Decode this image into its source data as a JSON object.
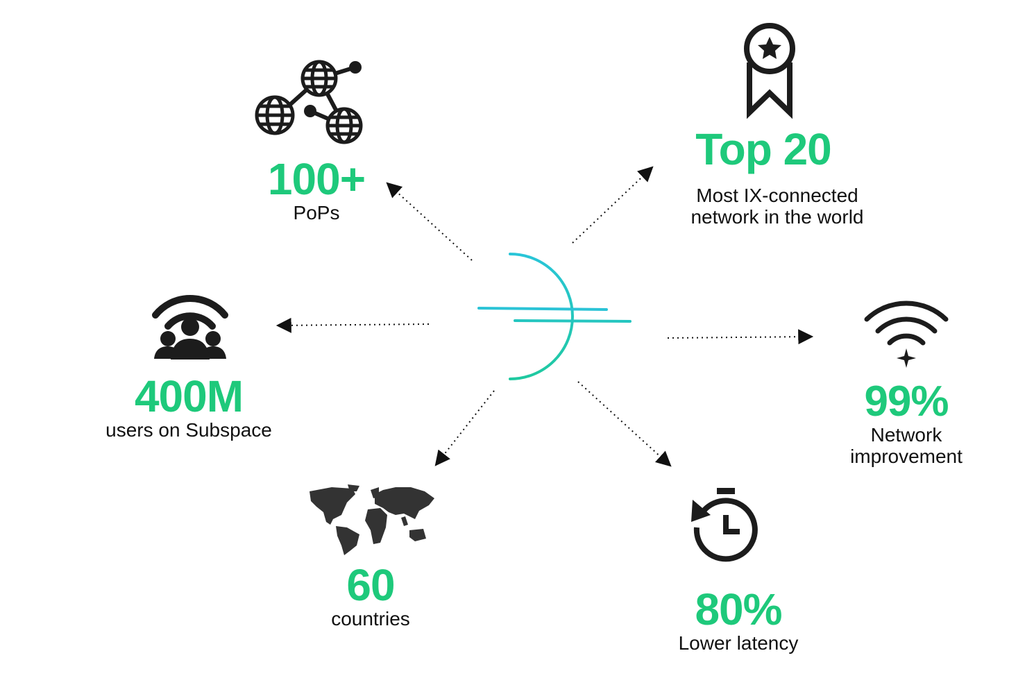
{
  "colors": {
    "accent": "#1ec97b",
    "icon": "#1c1c1c",
    "text": "#111111",
    "logo_start": "#29c5d8",
    "logo_end": "#1fc9a0"
  },
  "stats": {
    "pops": {
      "value": "100+",
      "label": "PoPs",
      "icon": "network-globes-icon"
    },
    "ix": {
      "value": "Top 20",
      "label_line1": "Most IX-connected",
      "label_line2": "network in the world",
      "icon": "award-ribbon-icon"
    },
    "users": {
      "value": "400M",
      "label": "users on Subspace",
      "icon": "wifi-users-icon"
    },
    "network": {
      "value": "99%",
      "label_line1": "Network",
      "label_line2": "improvement",
      "icon": "wifi-signal-icon"
    },
    "countries": {
      "value": "60",
      "label": "countries",
      "icon": "world-map-icon"
    },
    "latency": {
      "value": "80%",
      "label": "Lower latency",
      "icon": "stopwatch-reset-icon"
    }
  }
}
